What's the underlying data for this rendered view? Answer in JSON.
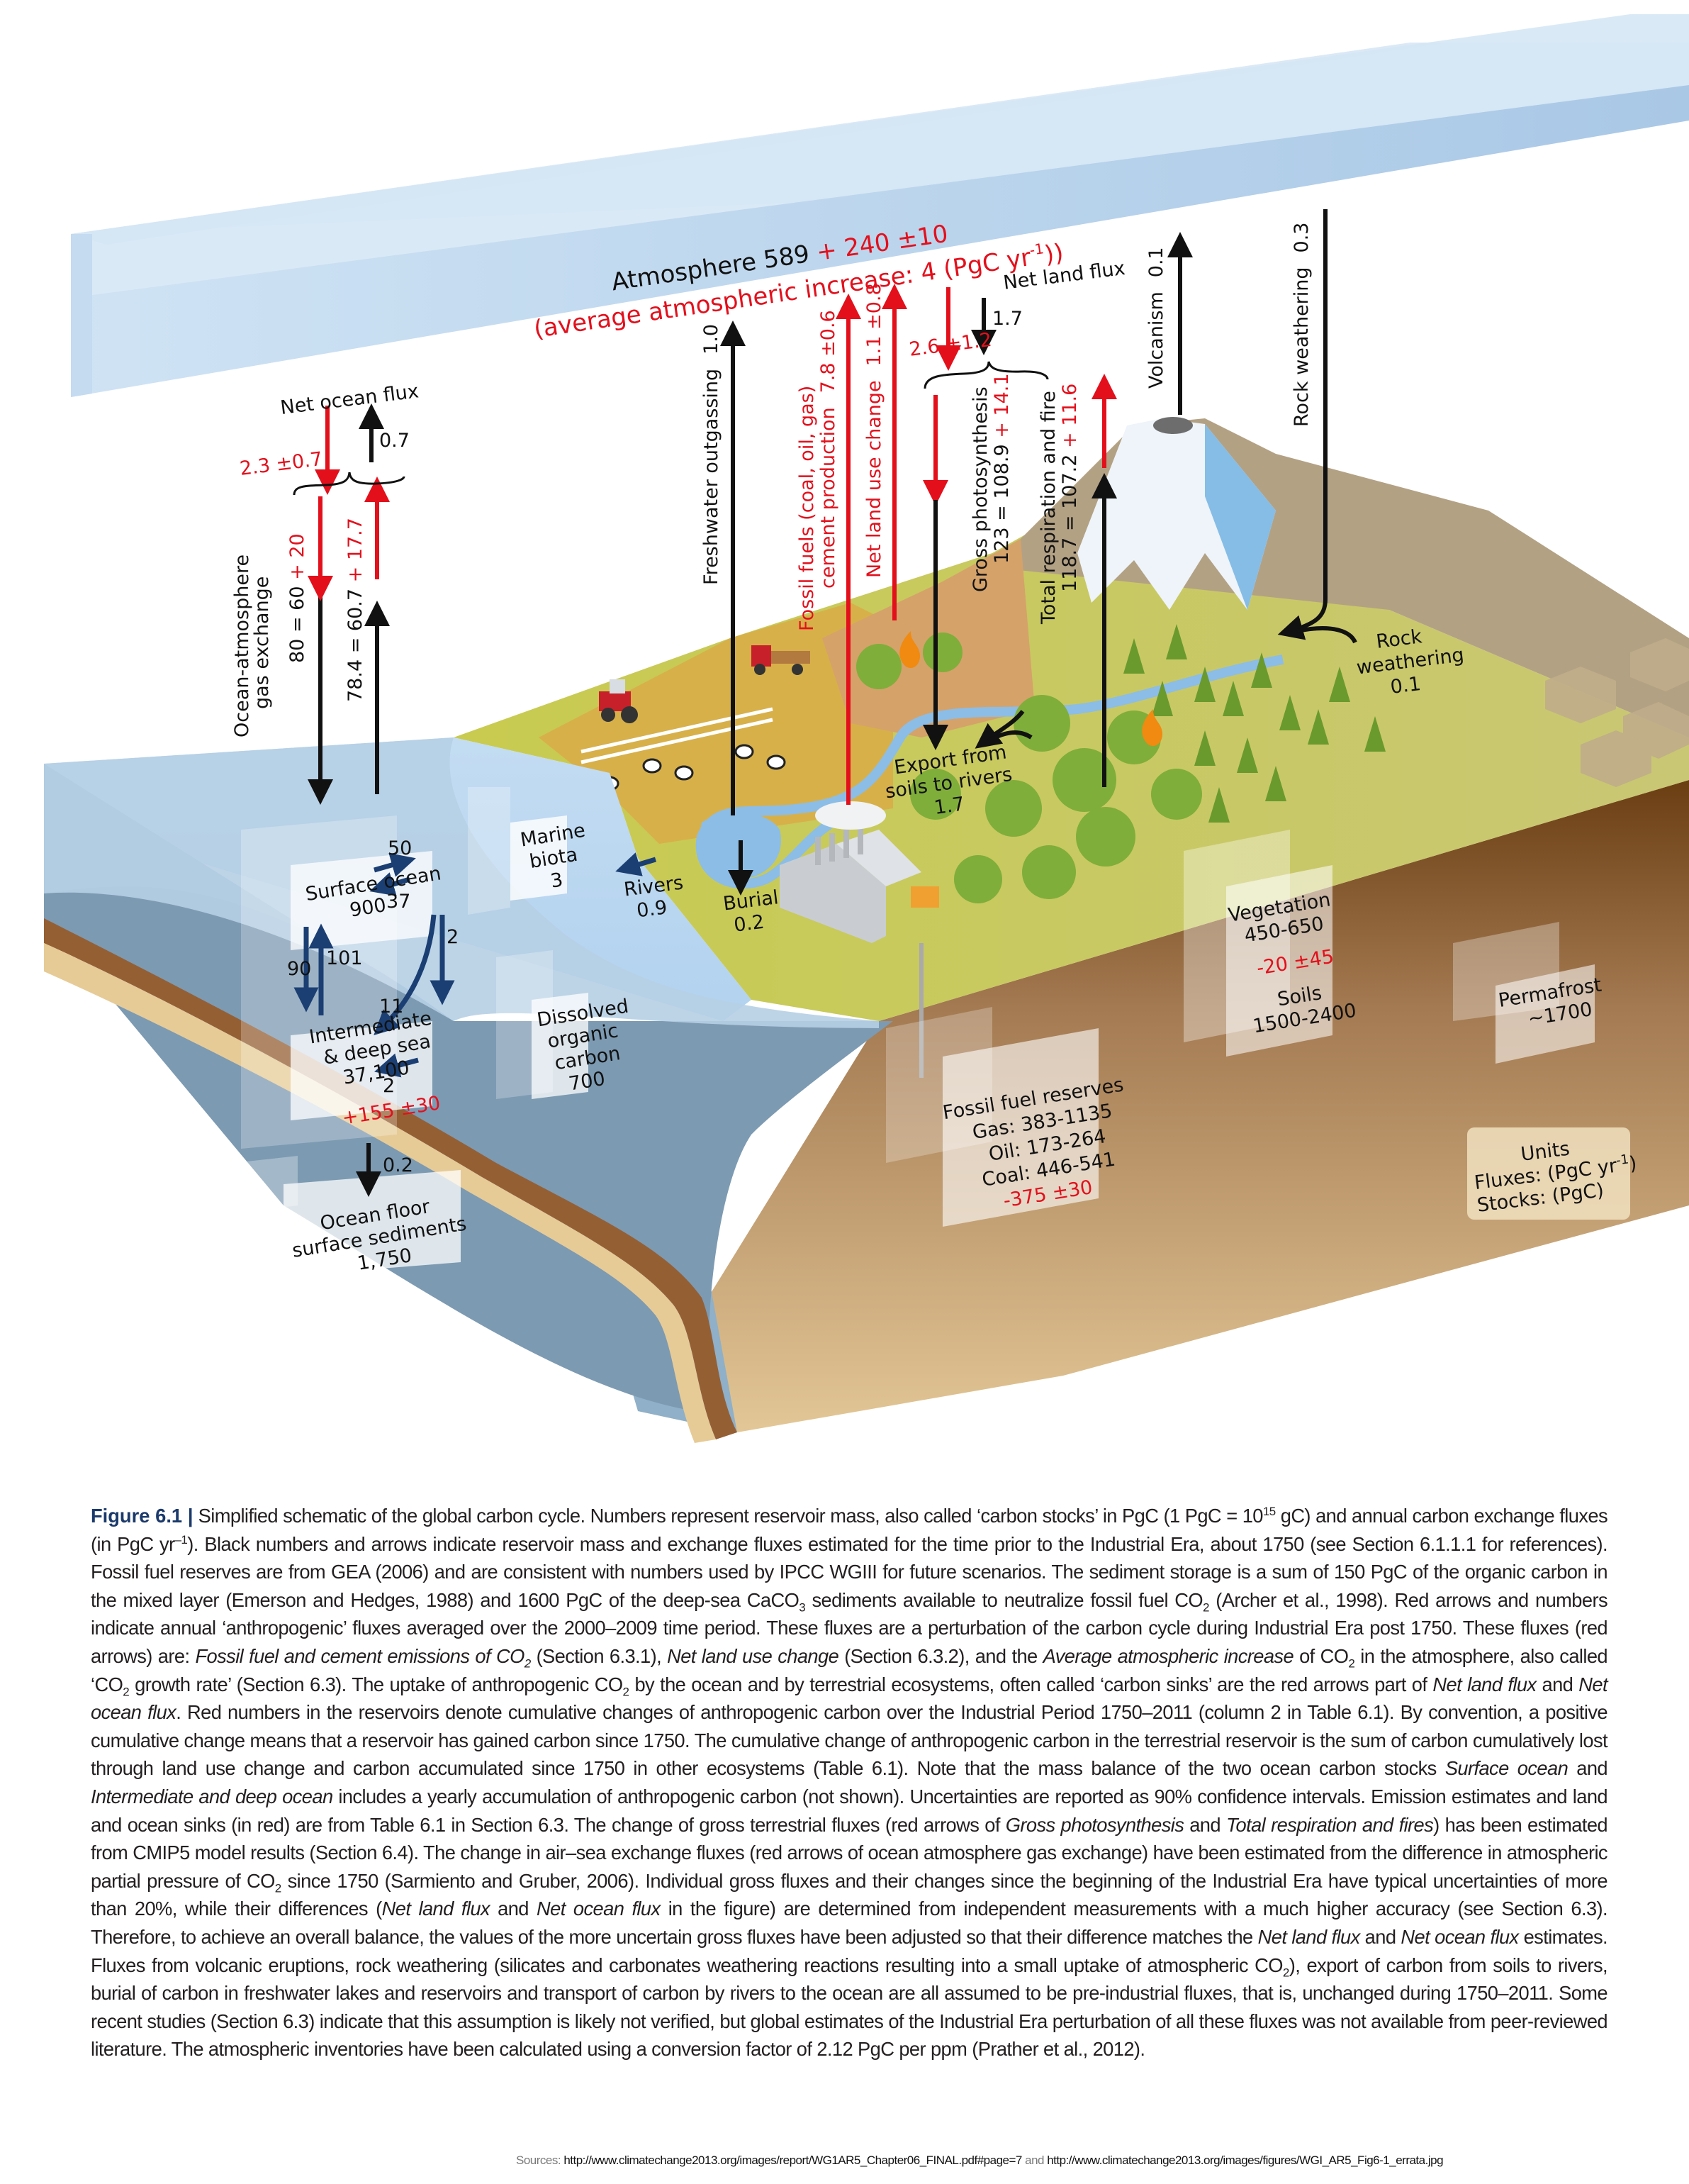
{
  "figure": {
    "atmosphere": {
      "title": "Atmosphere 589",
      "anthro_change": "+ 240 ±10",
      "increase_note": "(average atmospheric increase: 4 (PgC yr",
      "increase_unit_sup": "-1",
      "increase_close": "))"
    },
    "net_ocean_flux": {
      "title": "Net ocean flux",
      "red_value": "2.3 ±0.7",
      "black_value": "0.7"
    },
    "ocean_atmosphere_exchange": {
      "label_line1": "Ocean-atmosphere",
      "label_line2": "gas exchange",
      "down_black": "80 = 60",
      "down_red": "+ 20",
      "up_black": "78.4 = 60.7",
      "up_red": "+ 17.7"
    },
    "freshwater_outgassing": {
      "label": "Freshwater outgassing",
      "value": "1.0"
    },
    "fossil_fuels": {
      "label_line1": "Fossil fuels (coal, oil, gas)",
      "label_line2": "cement production",
      "value": "7.8 ±0.6"
    },
    "net_land_use_change": {
      "label": "Net land use change",
      "value": "1.1 ±0.8"
    },
    "net_land_flux": {
      "title": "Net land flux",
      "red_value": "2.6 ±1.2",
      "black_value": "1.7"
    },
    "gross_photosynthesis": {
      "label": "Gross photosynthesis",
      "black": "123 = 108.9",
      "red": "+ 14.1"
    },
    "total_respiration": {
      "label": "Total respiration and fire",
      "black": "118.7 = 107.2",
      "red": "+ 11.6"
    },
    "volcanism": {
      "label": "Volcanism",
      "value": "0.1"
    },
    "rock_weathering_atm": {
      "label": "Rock weathering",
      "value": "0.3"
    },
    "rock_weathering_land": {
      "line1": "Rock",
      "line2": "weathering",
      "value": "0.1"
    },
    "export_soils_rivers": {
      "line1": "Export from",
      "line2": "soils to rivers",
      "value": "1.7"
    },
    "rivers": {
      "label": "Rivers",
      "value": "0.9"
    },
    "burial": {
      "label": "Burial",
      "value": "0.2"
    },
    "surface_ocean": {
      "label": "Surface ocean",
      "value": "900"
    },
    "marine_biota": {
      "line1": "Marine",
      "line2": "biota",
      "value": "3"
    },
    "flux_surface_to_biota": "50",
    "flux_biota_to_surface": "37",
    "flux_surface_to_deep": "90",
    "flux_deep_to_surface": "101",
    "flux_biota_to_deep": "11",
    "flux_biota_to_doc": "2",
    "flux_doc_to_deep": "2",
    "deep_sea": {
      "line1": "Intermediate",
      "line2": "& deep sea",
      "value": "37,100",
      "anthro_change": "+155 ±30"
    },
    "dissolved_organic_carbon": {
      "line1": "Dissolved",
      "line2": "organic",
      "line3": "carbon",
      "value": "700"
    },
    "flux_deep_to_sediments": "0.2",
    "ocean_floor_sediments": {
      "line1": "Ocean floor",
      "line2": "surface sediments",
      "value": "1,750"
    },
    "fossil_fuel_reserves": {
      "title": "Fossil fuel reserves",
      "gas": "Gas: 383-1135",
      "oil": "Oil: 173-264",
      "coal": "Coal: 446-541",
      "anthro_change": "-375 ±30"
    },
    "vegetation": {
      "label": "Vegetation",
      "value": "450-650"
    },
    "land_anthro_change": "-20 ±45",
    "soils": {
      "label": "Soils",
      "value": "1500-2400"
    },
    "permafrost": {
      "label": "Permafrost",
      "value": "~1700"
    },
    "units": {
      "title": "Units",
      "fluxes": "Fluxes: (PgC yr",
      "fluxes_sup": "-1",
      "fluxes_close": ")",
      "stocks": "Stocks: (PgC)"
    },
    "colors": {
      "anthropogenic_red": "#e3101c",
      "preindustrial_black": "#111111",
      "ocean_flux_navy": "#1b3f73",
      "atmosphere_blue": "#b7d4ec",
      "ocean_surface_blue": "#bcd8f0",
      "deep_ocean": "#7e9db3",
      "land_green": "#c5cc5a",
      "farmland_yellow": "#d9b44a",
      "soil_brown": "#6b3e12"
    }
  },
  "caption": {
    "label": "Figure 6.1 |",
    "p1": " Simplified schematic of the global carbon cycle. Numbers represent reservoir mass, also called ‘carbon stocks’ in PgC (1 PgC = 10",
    "p1_sup": "15",
    "p2": " gC) and annual carbon exchange fluxes (in PgC yr",
    "p2_sup": "–1",
    "p3": "). Black numbers and arrows indicate reservoir mass and exchange fluxes estimated for the time prior to the Industrial Era, about 1750 (see Section 6.1.1.1 for references). Fossil fuel reserves are from GEA (2006) and are consistent with numbers used by IPCC WGIII for future scenarios. The sediment storage is a sum of 150 PgC of the organic carbon in the mixed layer (Emerson and Hedges, 1988) and 1600 PgC of the deep-sea CaCO",
    "p3_sub": "3",
    "p4": " sediments available to neutralize fossil fuel CO",
    "p4_sub": "2",
    "p5": " (Archer et al., 1998). Red arrows and numbers indicate annual ‘anthropogenic’ fluxes averaged over the 2000–2009 time period. These fluxes are a perturbation of the carbon cycle during Industrial Era post 1750. These fluxes (red arrows) are: ",
    "i1": "Fossil fuel and cement emissions of CO",
    "i1_sub": "2",
    "p6": " (Section 6.3.1), ",
    "i2": "Net land use change",
    "p7": " (Section 6.3.2), and the ",
    "i3": "Average atmospheric increase",
    "p8": " of CO",
    "p8_sub": "2",
    "p9": " in the atmosphere, also called ‘CO",
    "p9_sub": "2",
    "p10": " growth rate’ (Section 6.3). The uptake of anthropogenic CO",
    "p10_sub": "2",
    "p11": " by the ocean and by terrestrial ecosystems, often called ‘carbon sinks’ are the red arrows part of ",
    "i4": "Net land flux",
    "p12": " and ",
    "i5": "Net ocean flux",
    "p13": ". Red numbers in the reservoirs denote cumulative changes of anthropogenic carbon over the Industrial Period 1750–2011 (column 2 in Table 6.1). By convention, a positive cumulative change means that a reservoir has gained carbon since 1750. The cumulative change of anthropogenic carbon in the terrestrial reservoir is the sum of carbon cumulatively lost through land use change and carbon accumulated since 1750 in other ecosystems (Table 6.1). Note that the mass balance of the two ocean carbon stocks ",
    "i6": "Surface ocean",
    "p14": " and ",
    "i7": "Intermediate and deep ocean",
    "p15": " includes a yearly accumulation of anthropogenic carbon (not shown). Uncertainties are reported as 90% confidence intervals. Emission estimates and land and ocean sinks (in red) are from Table 6.1 in Section 6.3. The change of gross terrestrial fluxes (red arrows of ",
    "i8": "Gross photosynthesis",
    "p16": " and ",
    "i9": "Total respiration and fires",
    "p17": ") has been estimated from CMIP5 model results (Section 6.4). The change in air–sea exchange fluxes (red arrows of ocean atmosphere gas exchange) have been estimated from the difference in atmospheric partial pressure of CO",
    "p17_sub": "2",
    "p18": " since 1750 (Sarmiento and Gruber, 2006). Individual gross fluxes and their changes since the beginning of the Industrial Era have typical uncertainties of more than 20%, while their differences (",
    "i10": "Net land flux",
    "p19": " and ",
    "i11": "Net ocean flux",
    "p20": " in the figure) are determined from independent measurements with a much higher accuracy (see Section 6.3). Therefore, to achieve an overall balance, the values of the more uncertain gross fluxes have been adjusted so that their difference matches the ",
    "i12": "Net land flux",
    "p21": " and ",
    "i13": "Net ocean flux",
    "p22": " estimates. Fluxes from volcanic eruptions, rock weathering (silicates and carbonates weathering reactions resulting into a small uptake of atmospheric CO",
    "p22_sub": "2",
    "p23": "), export of carbon from soils to rivers, burial of carbon in freshwater lakes and reservoirs and transport of carbon by rivers to the ocean are all assumed to be pre-industrial fluxes, that is, unchanged during 1750–2011. Some recent studies (Section 6.3) indicate that this assumption is likely not verified, but global estimates of the Industrial Era perturbation of all these fluxes was not available from peer-reviewed literature. The atmospheric inventories have been calculated using a conversion factor of 2.12 PgC per ppm (Prather et al., 2012)."
  },
  "sources": {
    "prefix": "Sources:",
    "url1": "http://www.climatechange2013.org/images/report/WG1AR5_Chapter06_FINAL.pdf#page=7",
    "join": "and",
    "url2": "http://www.climatechange2013.org/images/figures/WGI_AR5_Fig6-1_errata.jpg"
  }
}
